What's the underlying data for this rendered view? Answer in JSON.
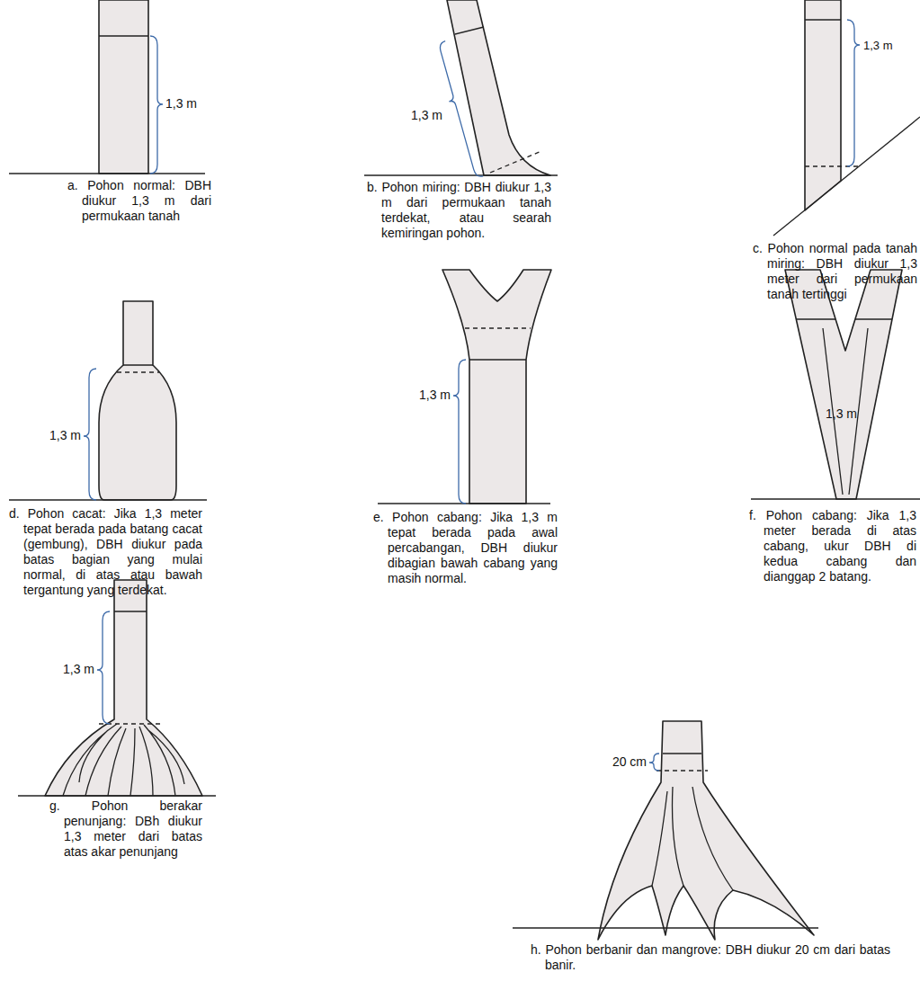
{
  "diagram": {
    "labels": [
      "1,3 m",
      "a. Pohon normal: DBH diukur 1,3 m dari permukaan tanah",
      "1,3 m",
      "b. Pohon miring: DBH diukur 1,3 m dari permukaan tanah terdekat, atau searah kemiringan pohon.",
      "1,3 m",
      "c. Pohon normal pada tanah miring: DBH diukur 1,3 meter dari permukaan tanah tertinggi",
      "1,3 m",
      "d. Pohon cacat: Jika 1,3 meter tepat berada pada batang cacat (gembung), DBH diukur pada batas bagian yang mulai normal, di atas atau bawah tergantung yang terdekat.",
      "1,3 m",
      "e. Pohon cabang: Jika 1,3 m tepat berada pada awal percabangan, DBH diukur dibagian bawah cabang yang masih normal.",
      "1,3 m",
      "f. Pohon cabang: Jika 1,3 meter berada di atas cabang, ukur DBH di kedua cabang dan dianggap 2 batang.",
      "1,3 m",
      "g. Pohon berakar penunjang: DBh diukur 1,3 meter dari batas atas akar penunjang",
      "20 cm",
      "h. Pohon berbanir dan mangrove: DBH diukur 20 cm dari batas banir."
    ]
  }
}
